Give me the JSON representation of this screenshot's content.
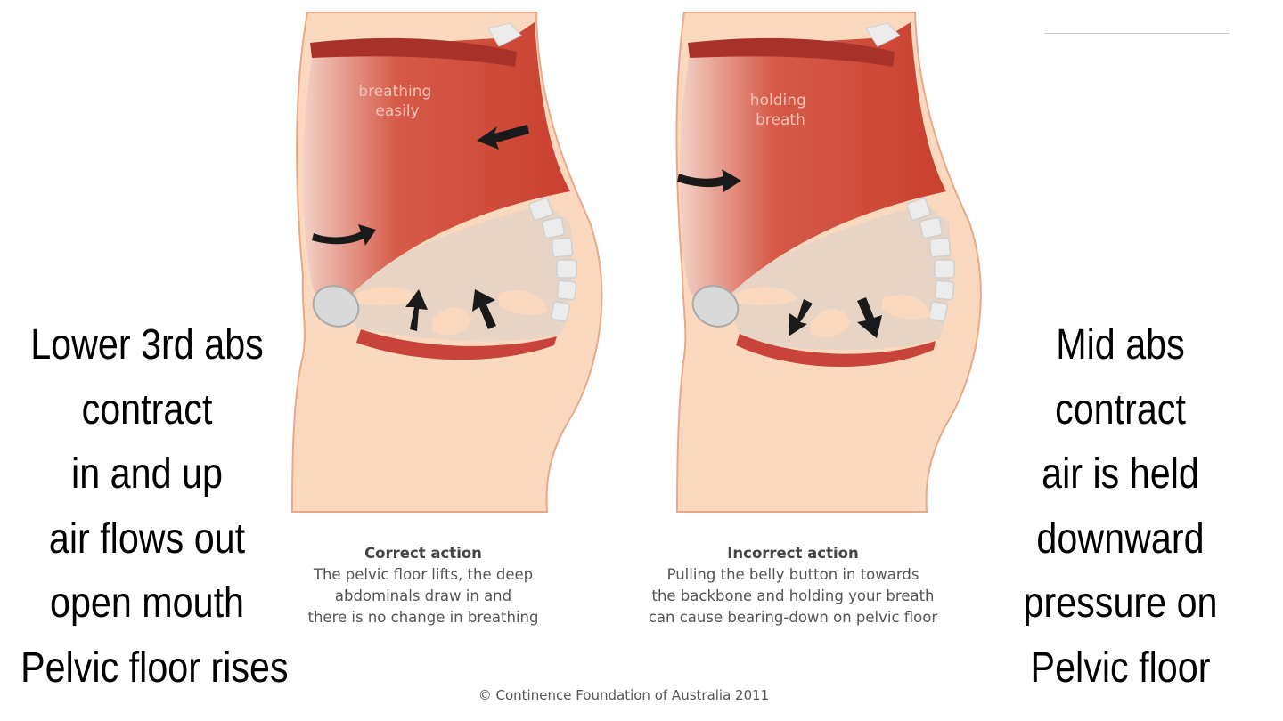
{
  "left_text": {
    "lines": [
      "Lower 3rd abs",
      "contract",
      "in and up",
      "air flows out",
      "open mouth",
      "Pelvic floor rises"
    ]
  },
  "right_text": {
    "lines": [
      "Mid abs",
      "contract",
      "air is held",
      "downward",
      "pressure on",
      "Pelvic floor"
    ]
  },
  "figure_left": {
    "label_lines": [
      "breathing",
      "easily"
    ],
    "caption_title": "Correct action",
    "caption_lines": [
      "The pelvic floor lifts, the deep",
      "abdominals draw in and",
      "there is no change in breathing"
    ],
    "pelvic_floor_direction": "up"
  },
  "figure_right": {
    "label_lines": [
      "holding",
      "breath"
    ],
    "caption_title": "Incorrect action",
    "caption_lines": [
      "Pulling the belly button in towards",
      "the backbone and holding your breath",
      "can cause bearing-down on pelvic floor"
    ],
    "pelvic_floor_direction": "down"
  },
  "copyright": "© Continence Foundation of Australia 2011",
  "colors": {
    "skin": "#fbd9bf",
    "skin_outline": "#e9a889",
    "muscle": "#d24a3c",
    "muscle_dark": "#a8322a",
    "cavity": "#e8d4c4",
    "bone": "#ececec",
    "arrow": "#1a1a1a"
  }
}
